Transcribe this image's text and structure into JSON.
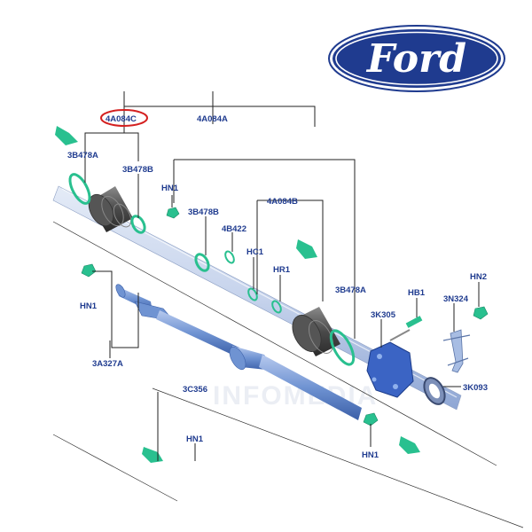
{
  "brand": {
    "logo_text": "Ford",
    "logo_color": "#1f3b8f"
  },
  "watermark": "INFOMEDIA",
  "colors": {
    "label": "#1f3b8f",
    "highlight_ring": "#d42020",
    "seal_green": "#29c08f",
    "shaft_blue": "#6f93d2",
    "housing_blue": "#3b64c4",
    "boot_gray": "#555555"
  },
  "labels": {
    "l_4A084C": "4A084C",
    "l_4A084A": "4A084A",
    "l_3B478A_top": "3B478A",
    "l_3B478B_left": "3B478B",
    "l_HN1_a": "HN1",
    "l_3B478B_mid": "3B478B",
    "l_4B422": "4B422",
    "l_4A084B": "4A084B",
    "l_HC1": "HC1",
    "l_HR1": "HR1",
    "l_3B478A_right": "3B478A",
    "l_HB1": "HB1",
    "l_3N324": "3N324",
    "l_HN2": "HN2",
    "l_HN1_b": "HN1",
    "l_3K305": "3K305",
    "l_3K093": "3K093",
    "l_3A327A": "3A327A",
    "l_3C356": "3C356",
    "l_HN1_c": "HN1",
    "l_HN1_d": "HN1"
  }
}
